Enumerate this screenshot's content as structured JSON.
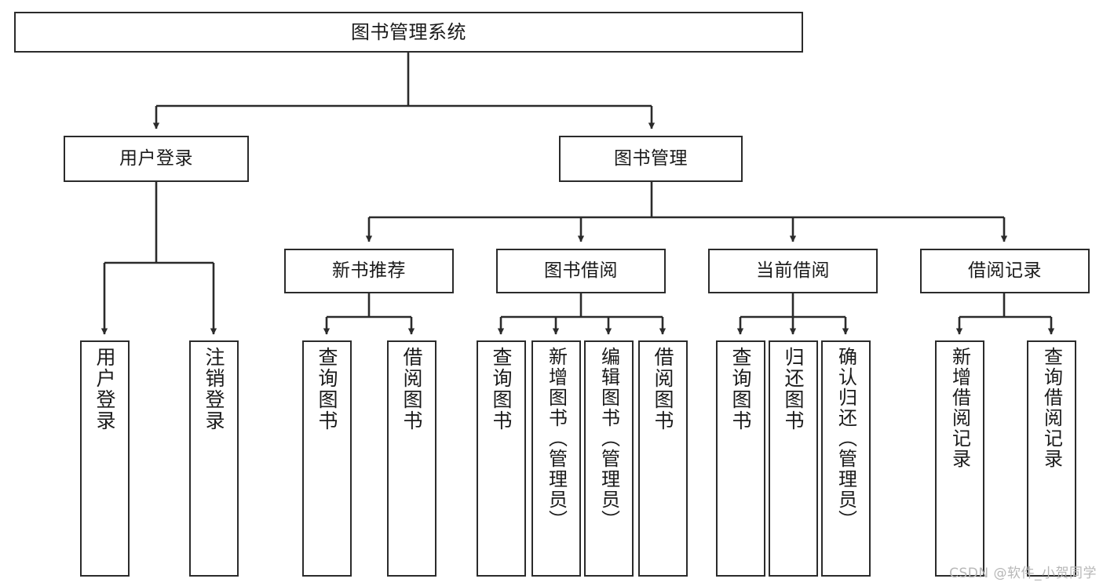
{
  "diagram": {
    "title": "图书管理系统",
    "type": "functional-structure-tree",
    "watermark": "CSDN @软件_小贺同学",
    "colors": {
      "stroke": "#2b2b2b",
      "fill": "#ffffff",
      "text": "#1a1a1a",
      "watermark": "#b7b7b7"
    },
    "root": {
      "label": "图书管理系统"
    },
    "level2": [
      {
        "label": "用户登录"
      },
      {
        "label": "图书管理"
      }
    ],
    "level3": [
      {
        "label": "新书推荐"
      },
      {
        "label": "图书借阅"
      },
      {
        "label": "当前借阅"
      },
      {
        "label": "借阅记录"
      }
    ],
    "leaves": {
      "user_login": [
        {
          "label": "用户登录"
        },
        {
          "label": "注销登录"
        }
      ],
      "new_book_recommend": [
        {
          "label": "查询图书"
        },
        {
          "label": "借阅图书"
        }
      ],
      "book_borrow": [
        {
          "label": "查询图书"
        },
        {
          "label": "新增图书（管理员）"
        },
        {
          "label": "编辑图书（管理员）"
        },
        {
          "label": "借阅图书"
        }
      ],
      "current_borrow": [
        {
          "label": "查询图书"
        },
        {
          "label": "归还图书"
        },
        {
          "label": "确认归还（管理员）"
        }
      ],
      "borrow_record": [
        {
          "label": "新增借阅记录"
        },
        {
          "label": "查询借阅记录"
        }
      ]
    }
  }
}
